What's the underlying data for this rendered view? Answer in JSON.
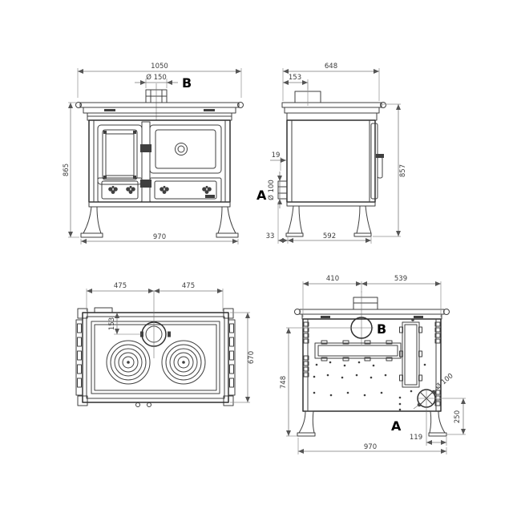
{
  "drawing": {
    "front": {
      "width_overall": "1050",
      "flue_diameter": "Ø 150",
      "flue_label": "B",
      "height": "865",
      "width_base": "970"
    },
    "side": {
      "depth_overall": "648",
      "flue_offset": "153",
      "rear_gap": "19",
      "rear_flue_diameter": "Ø 100",
      "rear_flue_label": "A",
      "height": "857",
      "rear_leg_offset": "33",
      "leg_span": "592"
    },
    "top": {
      "half_left": "475",
      "half_right": "475",
      "flue_offset": "153",
      "depth": "670"
    },
    "rear": {
      "offset_left": "410",
      "offset_right": "539",
      "top_flue_label": "B",
      "height": "748",
      "lower_flue_diameter": "Ø 100",
      "lower_flue_drop": "250",
      "lower_flue_offset": "119",
      "width_base": "970",
      "lower_flue_label": "A"
    },
    "colors": {
      "line": "#3f3f3f",
      "dimension": "#7a7a7a",
      "label": "#000000",
      "background": "#ffffff"
    }
  }
}
